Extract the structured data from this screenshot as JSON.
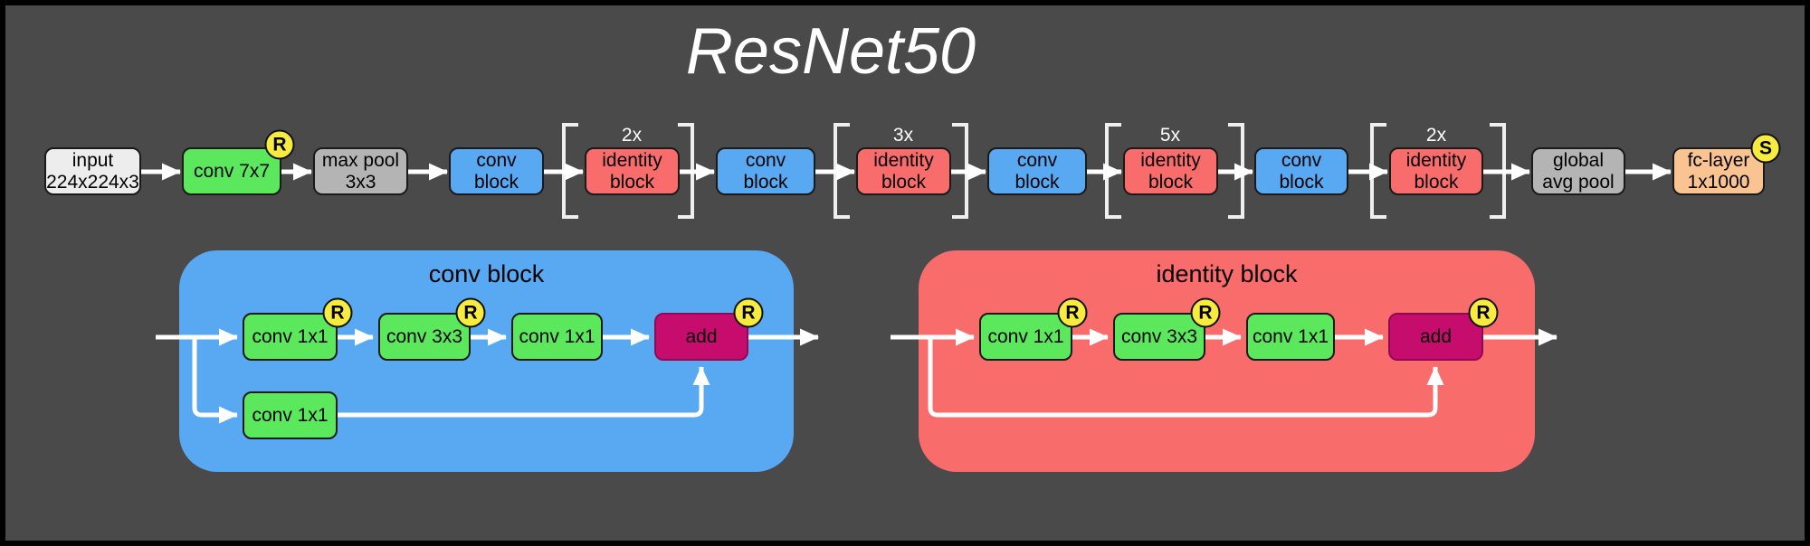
{
  "title": "ResNet50",
  "colors": {
    "background": "#4a4a4a",
    "frame": "#000000",
    "io": "#ededed",
    "green": "#5ce85c",
    "gray": "#b4b4b4",
    "blue": "#58a8f2",
    "red": "#f96c6c",
    "peach": "#f9c491",
    "magenta": "#c60d6e",
    "yellow": "#f6eb3e",
    "wire": "#ffffff"
  },
  "pipeline": {
    "nodes": [
      {
        "name": "input",
        "line1": "input",
        "line2": "224x224x3"
      },
      {
        "name": "conv-7x7",
        "line1": "conv 7x7",
        "badge": "R"
      },
      {
        "name": "max-pool",
        "line1": "max pool",
        "line2": "3x3"
      },
      {
        "name": "conv-block-1",
        "line1": "conv",
        "line2": "block"
      },
      {
        "name": "identity-block-1",
        "line1": "identity",
        "line2": "block"
      },
      {
        "name": "conv-block-2",
        "line1": "conv",
        "line2": "block"
      },
      {
        "name": "identity-block-2",
        "line1": "identity",
        "line2": "block"
      },
      {
        "name": "conv-block-3",
        "line1": "conv",
        "line2": "block"
      },
      {
        "name": "identity-block-3",
        "line1": "identity",
        "line2": "block"
      },
      {
        "name": "conv-block-4",
        "line1": "conv",
        "line2": "block"
      },
      {
        "name": "identity-block-4",
        "line1": "identity",
        "line2": "block"
      },
      {
        "name": "global-avg-pool",
        "line1": "global",
        "line2": "avg pool"
      },
      {
        "name": "fc-layer",
        "line1": "fc-layer",
        "line2": "1x1000",
        "badge": "S"
      }
    ],
    "brackets": [
      {
        "label": "2x"
      },
      {
        "label": "3x"
      },
      {
        "label": "5x"
      },
      {
        "label": "2x"
      }
    ]
  },
  "panels": {
    "conv": {
      "title": "conv block",
      "blocks": [
        {
          "label": "conv 1x1",
          "badge": "R"
        },
        {
          "label": "conv 3x3",
          "badge": "R"
        },
        {
          "label": "conv 1x1"
        },
        {
          "label": "add",
          "badge": "R"
        }
      ],
      "skip_block": {
        "label": "conv 1x1"
      }
    },
    "identity": {
      "title": "identity block",
      "blocks": [
        {
          "label": "conv 1x1",
          "badge": "R"
        },
        {
          "label": "conv 3x3",
          "badge": "R"
        },
        {
          "label": "conv 1x1"
        },
        {
          "label": "add",
          "badge": "R"
        }
      ]
    }
  }
}
